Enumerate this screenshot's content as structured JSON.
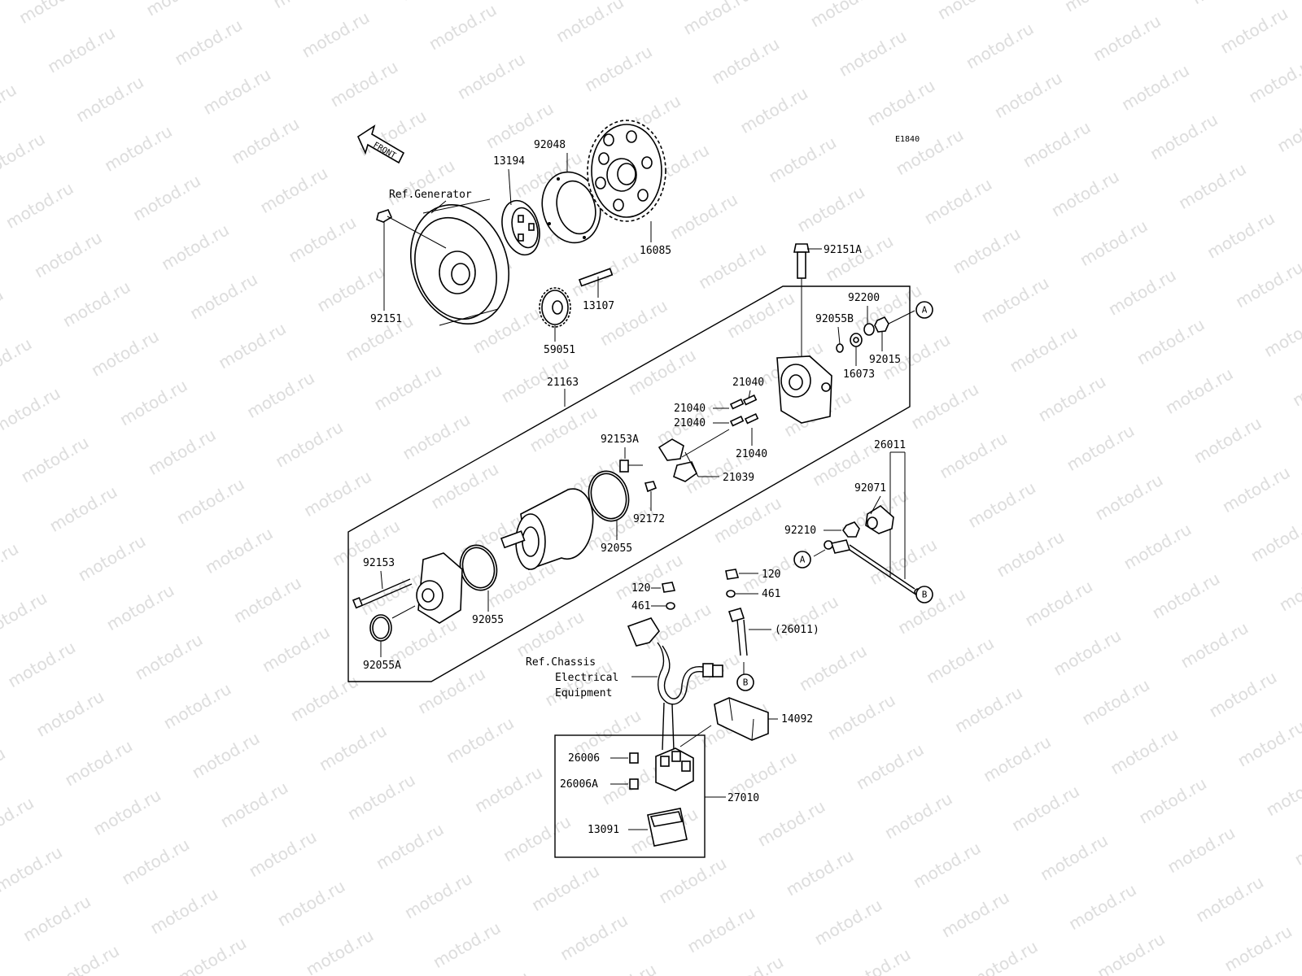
{
  "diagram": {
    "code": "E1840",
    "front_label": "FRONT",
    "watermark_text": "motod.ru",
    "refs": {
      "generator": "Ref.Generator",
      "chassis_line1": "Ref.Chassis",
      "chassis_line2": "Electrical",
      "chassis_line3": "Equipment"
    },
    "markers": {
      "a": "A",
      "b": "B"
    },
    "parts": {
      "p92048": "92048",
      "p13194": "13194",
      "p16085": "16085",
      "p92151": "92151",
      "p13107": "13107",
      "p59051": "59051",
      "p92151A": "92151A",
      "p92200": "92200",
      "p92055B": "92055B",
      "p92015": "92015",
      "p16073": "16073",
      "p21163": "21163",
      "p21040a": "21040",
      "p21040b": "21040",
      "p21040c": "21040",
      "p21040d": "21040",
      "p92153A": "92153A",
      "p21039": "21039",
      "p92172": "92172",
      "p92055a": "92055",
      "p26011": "26011",
      "p92071": "92071",
      "p92210": "92210",
      "p92153": "92153",
      "p92055b": "92055",
      "p92055A": "92055A",
      "p120a": "120",
      "p120b": "120",
      "p461a": "461",
      "p461b": "461",
      "p26011b": "(26011)",
      "p14092": "14092",
      "p26006": "26006",
      "p26006A": "26006A",
      "p27010": "27010",
      "p13091": "13091"
    }
  }
}
